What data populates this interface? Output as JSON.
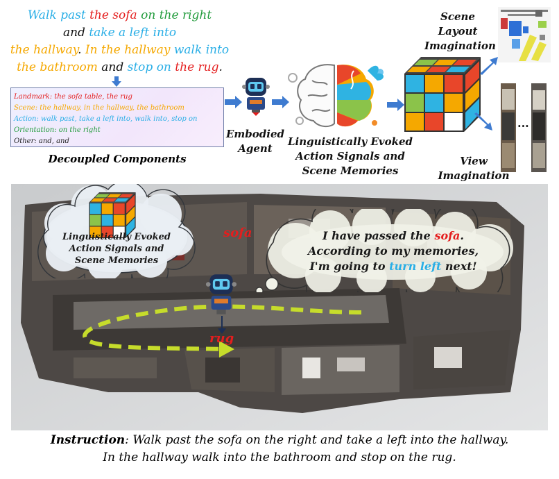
{
  "top_instruction": {
    "l1a": "Walk past ",
    "l1b": "the sofa",
    "l1c": " on the right",
    "l2a": "and ",
    "l2b": "take a left into",
    "l3a": "the hallway",
    "l3b": ".  ",
    "l3c": "In the hallway",
    "l3d": " walk into",
    "l4a": "the bathroom",
    "l4b": " and ",
    "l4c": "stop on",
    "l4d": " the rug",
    "l4e": "."
  },
  "components": {
    "landmark": "Landmark: the sofa table, the rug",
    "scene": "Scene: the hallway, in the hallway, the bathroom",
    "action": "Action: walk past, take a left into, walk into, stop on",
    "orientation": "Orientation: on the right",
    "other": "Other:  and, and",
    "label": "Decoupled Components"
  },
  "agent_label": {
    "l1": "Embodied",
    "l2": "Agent"
  },
  "signals_label": {
    "l1": "Linguistically Evoked",
    "l2": "Action Signals and",
    "l3": "Scene Memories"
  },
  "scene_layout_label": {
    "l1": "Scene",
    "l2": "Layout",
    "l3": "Imagination"
  },
  "view_label": {
    "l1": "View",
    "l2": "Imagination"
  },
  "ellipsis": "...",
  "panel": {
    "cloud_left": {
      "l1": "Linguistically Evoked",
      "l2": "Action Signals and",
      "l3": "Scene Memories"
    },
    "sofa_label": "sofa",
    "rug_label": "rug",
    "thought": {
      "l1a": "I have passed the ",
      "l1b": "sofa",
      "l1c": ".",
      "l2": "According to my memories,",
      "l3a": "I'm going to ",
      "l3b": "turn left",
      "l3c": " next!"
    }
  },
  "bottom_instruction": {
    "prefix": "Instruction",
    "colon": ": ",
    "l1": "Walk past the sofa on the right and take a left into the hallway.",
    "l2": "In the hallway walk into  the bathroom and stop on the rug."
  },
  "colors": {
    "cyan": "#29aee6",
    "red": "#e41e1e",
    "green": "#1f9a3a",
    "orange": "#f5a800",
    "arrow_blue": "#3e7bd0",
    "path_green": "#c6dc2b"
  }
}
